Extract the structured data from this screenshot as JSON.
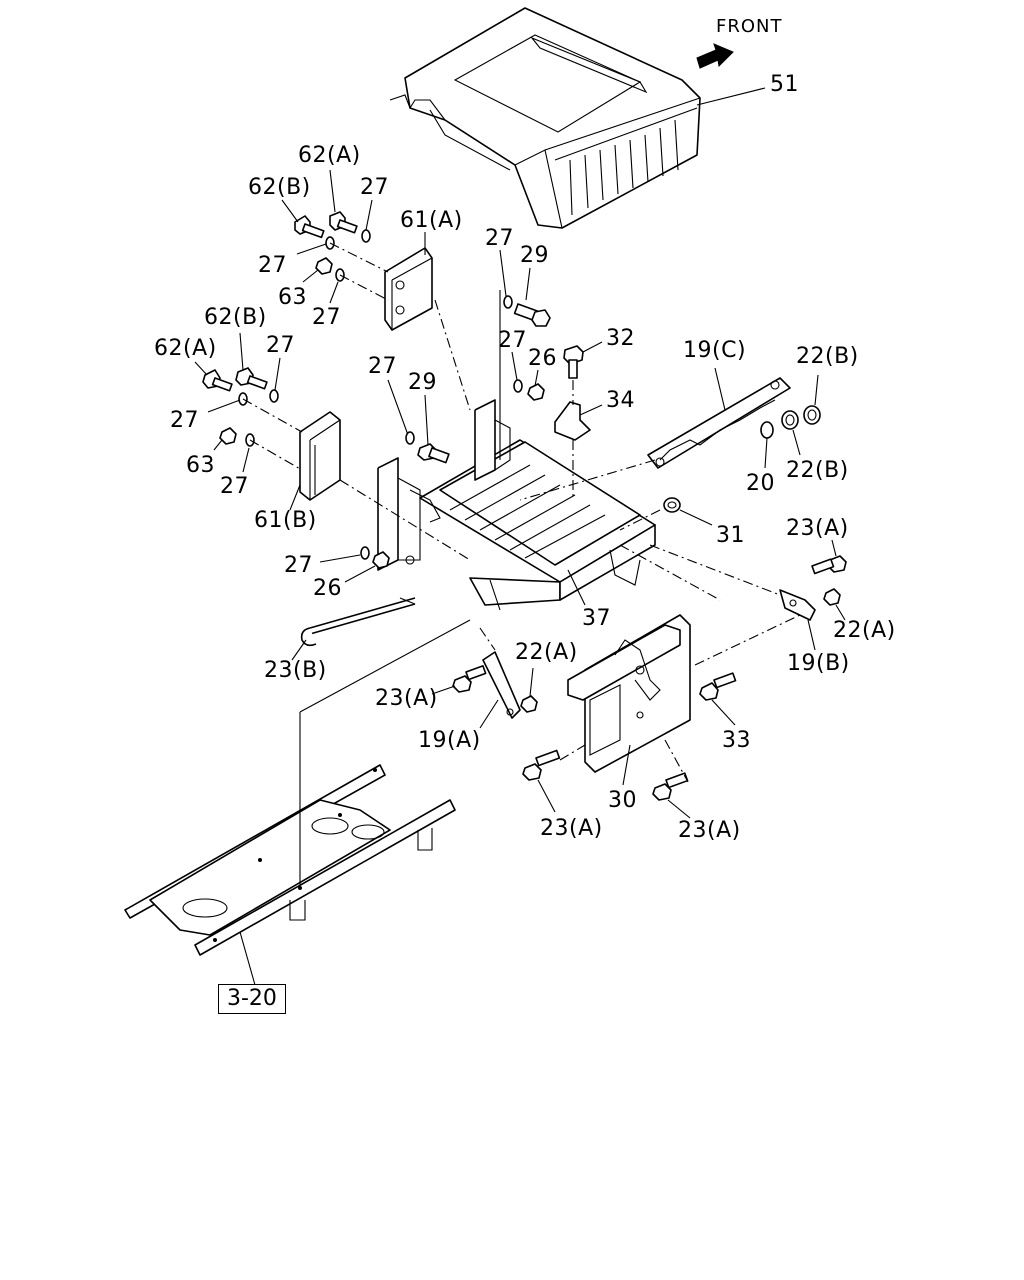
{
  "front_label": "FRONT",
  "reference_box": "3-20",
  "callouts": {
    "c51": "51",
    "c62A_top": "62(A)",
    "c62B_top": "62(B)",
    "c27_a": "27",
    "c61A": "61(A)",
    "c27_b": "27",
    "c63_top": "63",
    "c27_c": "27",
    "c27_d": "27",
    "c29_top": "29",
    "c27_e": "27",
    "c32": "32",
    "c26_top": "26",
    "c34": "34",
    "c19C": "19(C)",
    "c22B_top": "22(B)",
    "c62B_mid": "62(B)",
    "c62A_mid": "62(A)",
    "c27_f": "27",
    "c27_g": "27",
    "c27_h": "27",
    "c29_mid": "29",
    "c63_mid": "63",
    "c27_i": "27",
    "c20": "20",
    "c22B_mid": "22(B)",
    "c61B": "61(B)",
    "c31": "31",
    "c23A_right": "23(A)",
    "c27_j": "27",
    "c26_low": "26",
    "c37": "37",
    "c22A_right": "22(A)",
    "c23B": "23(B)",
    "c22A_mid": "22(A)",
    "c19B": "19(B)",
    "c23A_mid": "23(A)",
    "c19A": "19(A)",
    "c33": "33",
    "c23A_low1": "23(A)",
    "c30": "30",
    "c23A_low2": "23(A)"
  }
}
